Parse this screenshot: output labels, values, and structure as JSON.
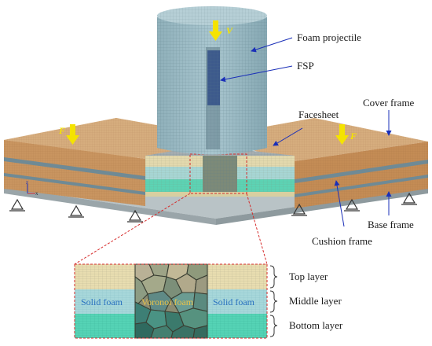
{
  "labels": {
    "foam_projectile": "Foam projectile",
    "fsp": "FSP",
    "facesheet": "Facesheet",
    "cover_frame": "Cover frame",
    "base_frame": "Base frame",
    "cushion_frame": "Cushion frame",
    "velocity": "V",
    "force_left": "F",
    "force_right": "F"
  },
  "inset": {
    "top_layer": "Top layer",
    "middle_layer": "Middle layer",
    "bottom_layer": "Bottom layer",
    "solid_foam_left": "Solid foam",
    "voronoi_foam": "Voronoi foam",
    "solid_foam_right": "Solid foam"
  },
  "axis": {
    "z": "z",
    "x": "x"
  },
  "colors": {
    "cylinder": "#8fb3be",
    "frame_top": "#d9b58a",
    "frame_side": "#c9955e",
    "frame_stripe": "#6f8a95",
    "arrow": "#f5e300",
    "leader": "#1a2fb8",
    "inset_top": "#e8ddb0",
    "inset_mid": "#9fd3d8",
    "inset_bottom": "#53d3b3",
    "dashed_red": "#d62b2b"
  }
}
